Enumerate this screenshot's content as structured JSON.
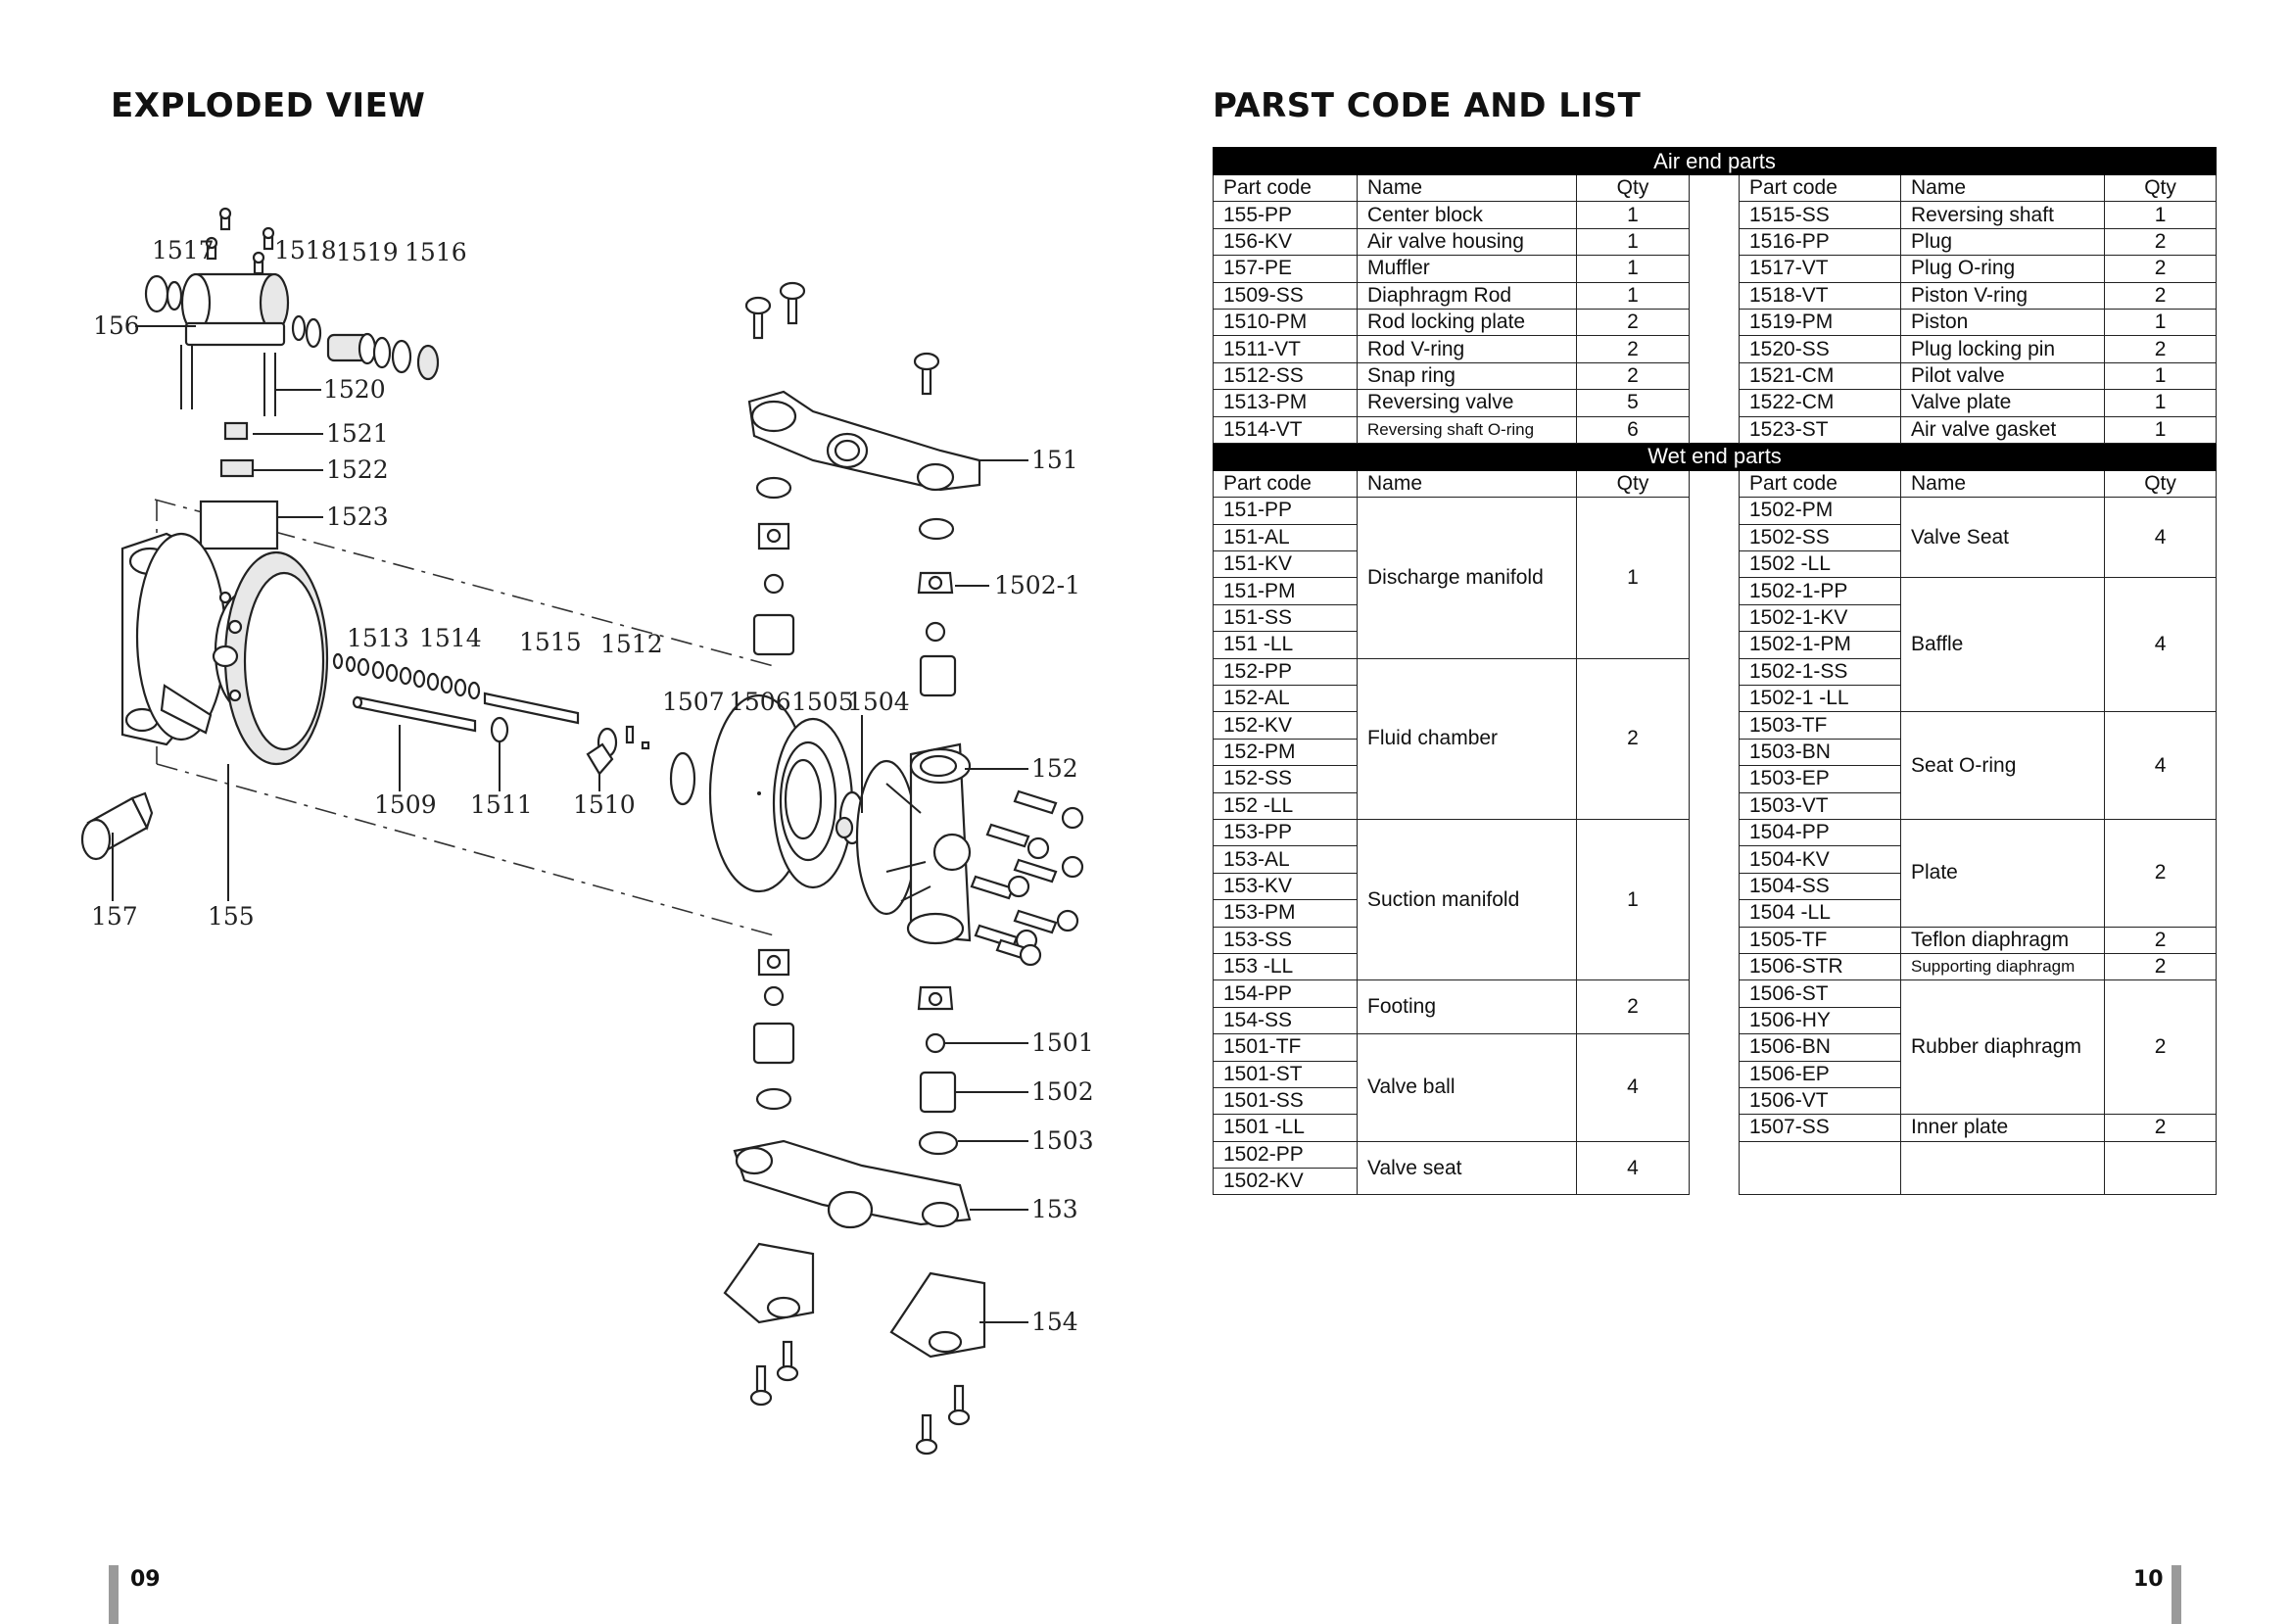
{
  "left_page": {
    "heading": "EXPLODED VIEW",
    "page_number": "09",
    "callouts": [
      "1517",
      "1518",
      "1519",
      "1516",
      "156",
      "1520",
      "1521",
      "1522",
      "1523",
      "1513",
      "1514",
      "1515",
      "1512",
      "1507",
      "1506",
      "1505",
      "1504",
      "1509",
      "1511",
      "1510",
      "157",
      "155",
      "151",
      "1502-1",
      "152",
      "1501",
      "1502",
      "1503",
      "153",
      "154"
    ]
  },
  "right_page": {
    "heading": "PARST CODE AND LIST",
    "page_number": "10",
    "table": {
      "air_band": "Air end parts",
      "wet_band": "Wet end parts",
      "col_part_code": "Part code",
      "col_name": "Name",
      "col_qty": "Qty",
      "air_left": [
        {
          "code": "155-PP",
          "name": "Center block",
          "qty": "1"
        },
        {
          "code": "156-KV",
          "name": "Air valve housing",
          "qty": "1"
        },
        {
          "code": "157-PE",
          "name": "Muffler",
          "qty": "1"
        },
        {
          "code": "1509-SS",
          "name": "Diaphragm Rod",
          "qty": "1"
        },
        {
          "code": "1510-PM",
          "name": "Rod locking plate",
          "qty": "2"
        },
        {
          "code": "1511-VT",
          "name": "Rod V-ring",
          "qty": "2"
        },
        {
          "code": "1512-SS",
          "name": "Snap ring",
          "qty": "2"
        },
        {
          "code": "1513-PM",
          "name": "Reversing valve",
          "qty": "5"
        },
        {
          "code": "1514-VT",
          "name": "Reversing shaft O-ring",
          "qty": "6"
        }
      ],
      "air_right": [
        {
          "code": "1515-SS",
          "name": "Reversing shaft",
          "qty": "1"
        },
        {
          "code": "1516-PP",
          "name": "Plug",
          "qty": "2"
        },
        {
          "code": "1517-VT",
          "name": "Plug O-ring",
          "qty": "2"
        },
        {
          "code": "1518-VT",
          "name": "Piston V-ring",
          "qty": "2"
        },
        {
          "code": "1519-PM",
          "name": "Piston",
          "qty": "1"
        },
        {
          "code": "1520-SS",
          "name": "Plug locking pin",
          "qty": "2"
        },
        {
          "code": "1521-CM",
          "name": "Pilot valve",
          "qty": "1"
        },
        {
          "code": "1522-CM",
          "name": "Valve plate",
          "qty": "1"
        },
        {
          "code": "1523-ST",
          "name": "Air valve gasket",
          "qty": "1"
        }
      ],
      "wet_left_codes": [
        "151-PP",
        "151-AL",
        "151-KV",
        "151-PM",
        "151-SS",
        "151 -LL",
        "152-PP",
        "152-AL",
        "152-KV",
        "152-PM",
        "152-SS",
        "152 -LL",
        "153-PP",
        "153-AL",
        "153-KV",
        "153-PM",
        "153-SS",
        "153 -LL",
        "154-PP",
        "154-SS",
        "1501-TF",
        "1501-ST",
        "1501-SS",
        "1501 -LL",
        "1502-PP",
        "1502-KV"
      ],
      "wet_left_groups": [
        {
          "name": "Discharge manifold",
          "qty": "1"
        },
        {
          "name": "Fluid chamber",
          "qty": "2"
        },
        {
          "name": "Suction manifold",
          "qty": "1"
        },
        {
          "name": "Footing",
          "qty": "2"
        },
        {
          "name": "Valve ball",
          "qty": "4"
        },
        {
          "name": "Valve seat",
          "qty": "4"
        }
      ],
      "wet_right_codes": [
        "1502-PM",
        "1502-SS",
        "1502 -LL",
        "1502-1-PP",
        "1502-1-KV",
        "1502-1-PM",
        "1502-1-SS",
        "1502-1 -LL",
        "1503-TF",
        "1503-BN",
        "1503-EP",
        "1503-VT",
        "1504-PP",
        "1504-KV",
        "1504-SS",
        "1504 -LL",
        "1505-TF",
        "1506-STR",
        "1506-ST",
        "1506-HY",
        "1506-BN",
        "1506-EP",
        "1506-VT",
        "1507-SS"
      ],
      "wet_right_groups": [
        {
          "name": "Valve Seat",
          "qty": "4"
        },
        {
          "name": "Baffle",
          "qty": "4"
        },
        {
          "name": "Seat O-ring",
          "qty": "4"
        },
        {
          "name": "Plate",
          "qty": "2"
        },
        {
          "name": "Teflon diaphragm",
          "qty": "2"
        },
        {
          "name": "Supporting diaphragm",
          "qty": "2"
        },
        {
          "name": "Rubber diaphragm",
          "qty": "2"
        },
        {
          "name": "Inner plate",
          "qty": "2"
        }
      ]
    }
  }
}
